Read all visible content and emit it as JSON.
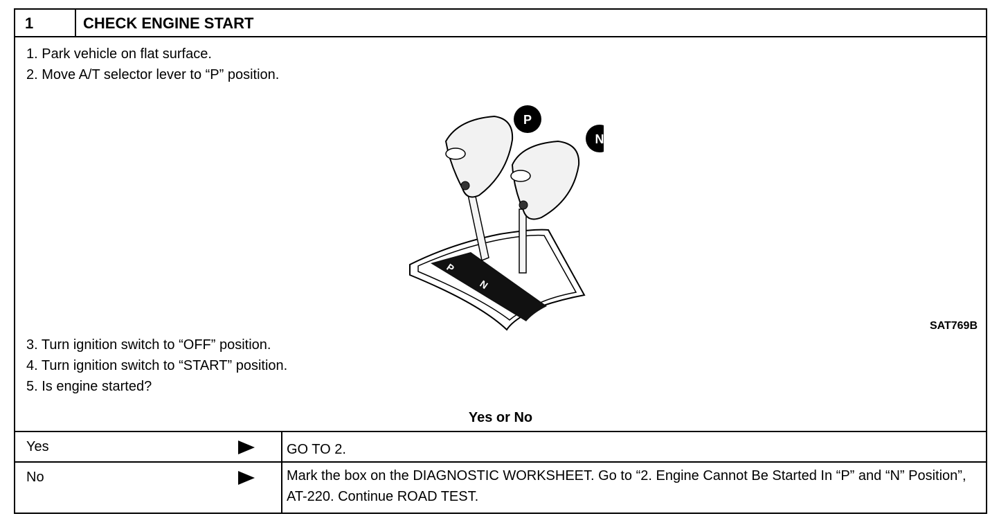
{
  "header": {
    "number": "1",
    "title": "CHECK ENGINE START"
  },
  "steps_before": [
    "1.  Park vehicle on flat surface.",
    "2.  Move A/T selector lever to “P” position."
  ],
  "figure": {
    "id": "SAT769B",
    "badge_p": "P",
    "badge_n": "N",
    "gate_p": "P",
    "gate_n": "N"
  },
  "steps_after": [
    "3.  Turn ignition switch to “OFF” position.",
    "4.  Turn ignition switch to “START” position.",
    "5.  Is engine started?"
  ],
  "question": "Yes or No",
  "answers": [
    {
      "label": "Yes",
      "text": "GO TO 2."
    },
    {
      "label": "No",
      "text": "Mark the box on the DIAGNOSTIC WORKSHEET. Go to “2. Engine Cannot Be Started In “P” and “N” Position”, AT-220. Continue ROAD TEST."
    }
  ]
}
